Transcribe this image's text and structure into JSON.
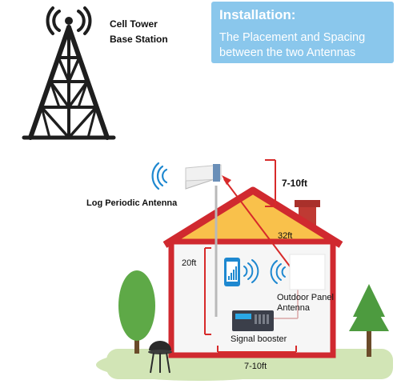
{
  "header": {
    "tower_label_line1": "Cell Tower",
    "tower_label_line2": "Base Station"
  },
  "info": {
    "title": "Installation:",
    "line1": "The Placement and Spacing",
    "line2": "between the two Antennas"
  },
  "labels": {
    "log_periodic_antenna": "Log Periodic Antenna",
    "vertical_spacing": "7-10ft",
    "roof_height": "32ft",
    "wall_height": "20ft",
    "outdoor_panel_line1": "Outdoor Panel",
    "outdoor_panel_line2": "Antenna",
    "signal_booster": "Signal booster",
    "horizontal_spacing": "7-10ft"
  },
  "colors": {
    "tower": "#1e1e1e",
    "roof": "#d0292f",
    "attic": "#f9c14b",
    "wall": "#f6f6f6",
    "chimney": "#bf3a33",
    "grass": "#cfe3b0",
    "bracket": "#d72a2a",
    "info_box": "#8ac7ec",
    "tree": "#5ea947",
    "pine": "#4d9b3f"
  }
}
